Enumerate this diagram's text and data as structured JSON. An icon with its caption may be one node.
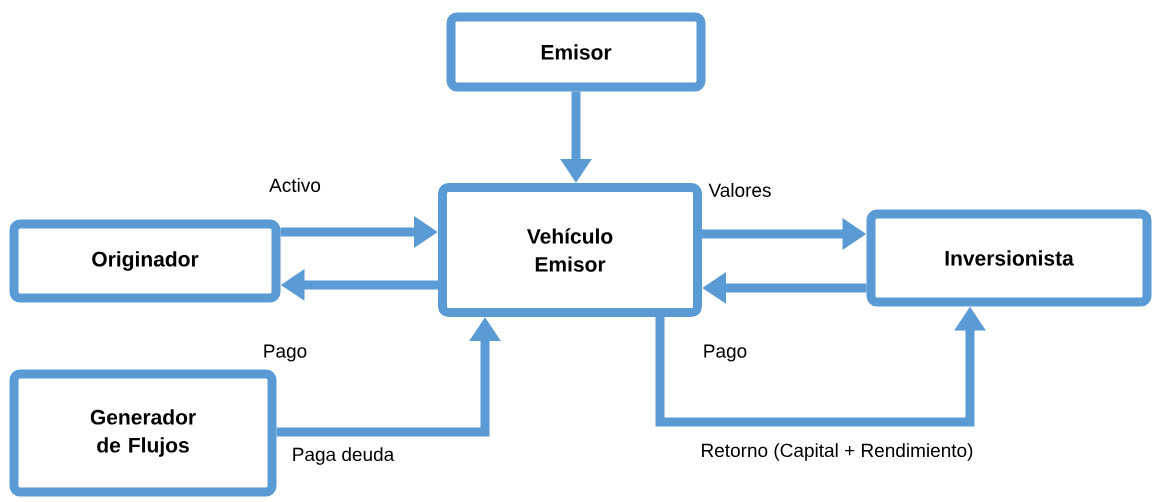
{
  "diagram": {
    "nodes": [
      {
        "text": [
          "Emisor"
        ]
      },
      {
        "text": [
          "Originador"
        ]
      },
      {
        "text": [
          "Vehículo Emisor"
        ]
      },
      {
        "text": [
          "Inversionista"
        ]
      },
      {
        "text": [
          "Generador de Flujos"
        ]
      }
    ],
    "edges": [
      {
        "from": 0,
        "to": 2,
        "arrow": "to"
      },
      {
        "from": 1,
        "to": 2,
        "arrow": "to",
        "label": "Activo"
      },
      {
        "from": 2,
        "to": 1,
        "arrow": "to",
        "label": "Pago"
      },
      {
        "from": 2,
        "to": 3,
        "arrow": "to",
        "label": "Valores"
      },
      {
        "from": 3,
        "to": 2,
        "arrow": "to",
        "label": "Pago"
      },
      {
        "from": 4,
        "to": 2,
        "arrow": "to",
        "label": "Paga deuda"
      },
      {
        "from": 2,
        "to": 3,
        "arrow": "to",
        "label": "Retorno (Capital + Rendimiento)"
      }
    ]
  }
}
